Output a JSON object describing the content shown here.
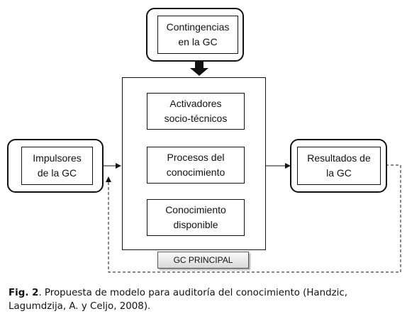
{
  "diagram": {
    "contingencias": "Contingencias\nen la GC",
    "impulsores": "Impulsores\nde la GC",
    "resultados": "Resultados de\nla GC",
    "activadores": "Activadores\nsocio-técnicos",
    "procesos": "Procesos del\nconocimiento",
    "conocimiento": "Conocimiento\ndisponible",
    "gc_principal": "GC PRINCIPAL"
  },
  "caption": {
    "label": "Fig. 2",
    "text": ". Propuesta de modelo para auditoría del conocimiento (Handzic, Lagumdzija, A. y Celjo, 2008)."
  }
}
